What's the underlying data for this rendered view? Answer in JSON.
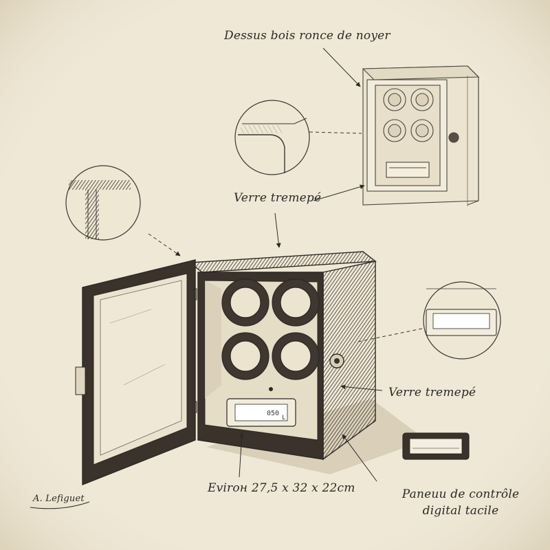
{
  "labels": {
    "walnut_top": "Dessus bois ronce de noyer",
    "tempered_glass_top": "Verre tremepé",
    "tempered_glass_side": "Verre tremepé",
    "dimensions": "Evirон 27,5 x 32 x 22cm",
    "control_panel": "Paneuu de contrôle digital tacile",
    "signature": "A. Lefiguet"
  },
  "display": {
    "readout_main": "050",
    "readout_small": "L"
  },
  "colors": {
    "paper": "#efe8d6",
    "ink": "#2b2925",
    "wood_dark": "#3a322b",
    "wood_mid": "#5a4f44",
    "interior": "#e6ddc6"
  }
}
